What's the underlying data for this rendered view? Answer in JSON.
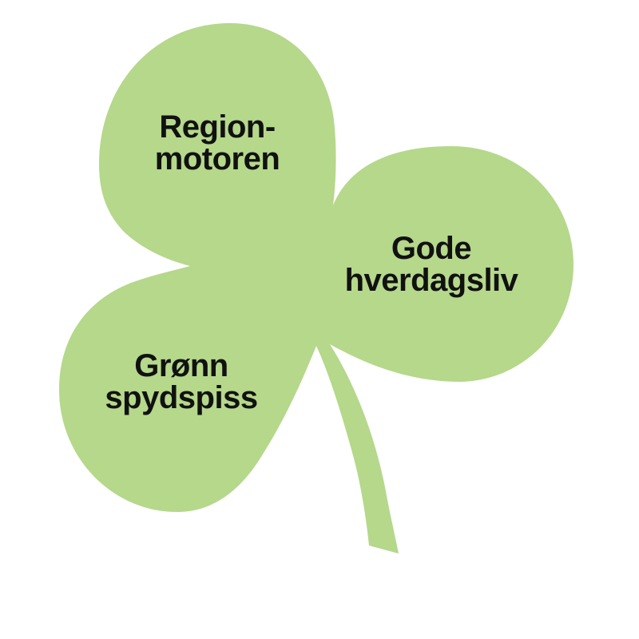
{
  "diagram": {
    "type": "clover",
    "background": "#ffffff",
    "clover_color": "#b5d88b",
    "text_color": "#111111",
    "leaves": [
      {
        "id": "region-motoren",
        "position": "top-left",
        "label": "Region-motoren",
        "label_lines": [
          "Region-",
          "motoren"
        ]
      },
      {
        "id": "gode-hverdagsliv",
        "position": "right",
        "label": "Gode hverdagsliv",
        "label_lines": [
          "Gode",
          "hverdagsliv"
        ]
      },
      {
        "id": "gronn-spydspiss",
        "position": "bottom-left",
        "label": "Grønn spydspiss",
        "label_lines": [
          "Grønn",
          "spydspiss"
        ]
      }
    ]
  }
}
